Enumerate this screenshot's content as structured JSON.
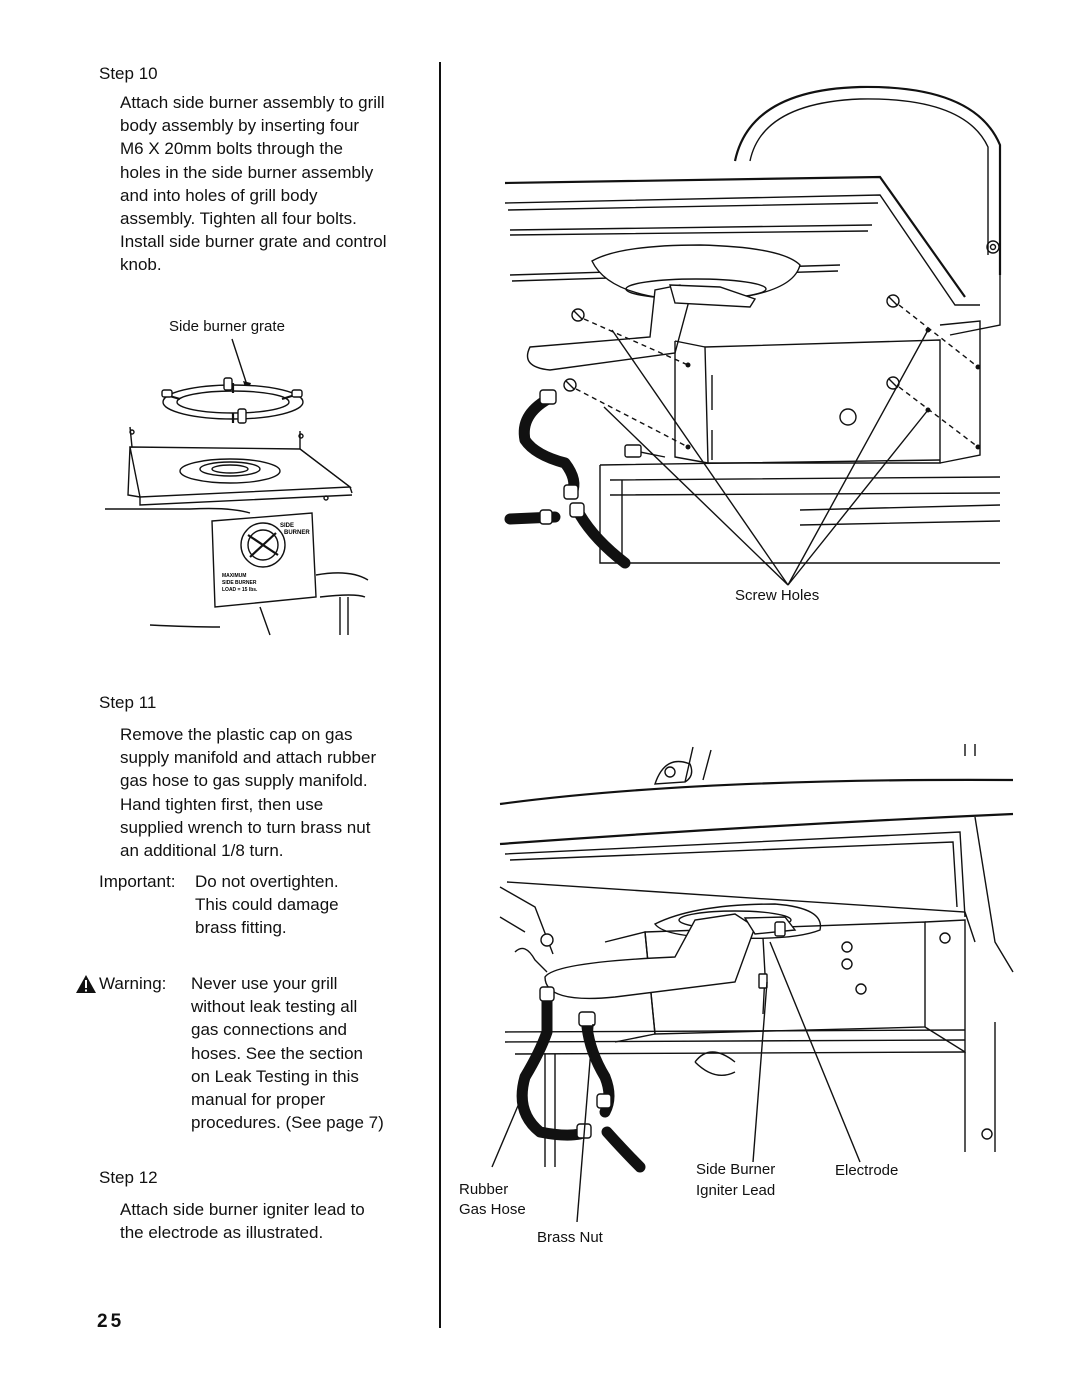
{
  "step10": {
    "title": "Step 10",
    "text": "Attach side burner assembly to grill\nbody assembly by inserting four\nM6 X 20mm bolts through the\nholes in the side burner assembly\nand into holes of grill body\nassembly. Tighten all four bolts.\nInstall side burner grate and control\nknob.",
    "grate_label": "Side burner grate",
    "knob_text": {
      "side_burner": "SIDE BURNER",
      "warning": "MAXIMUM\nSIDE BURNER\nLOAD = 15 lbs."
    }
  },
  "step11": {
    "title": "Step 11",
    "text": "Remove the plastic cap on gas\nsupply manifold and attach rubber\ngas hose to gas supply manifold.\nHand tighten first, then use\nsupplied wrench    to turn brass nut\nan additional 1/8 turn.",
    "important_label": "Important:",
    "important_text": "Do not overtighten.\n  This could damage\n  brass fitting.",
    "warning_label": "Warning:",
    "warning_text": "Never use your grill\nwithout leak testing all\ngas connections and\nhoses. See the section\non   Leak Testing    in this\nmanual for proper\nprocedures. (See page 7)"
  },
  "step12": {
    "title": "Step 12",
    "text": "Attach side burner igniter lead to\nthe electrode as illustrated."
  },
  "figure1": {
    "screw_holes_label": "Screw Holes"
  },
  "figure2": {
    "rubber_gas_hose_label": "Rubber\nGas Hose",
    "brass_nut_label": "Brass Nut",
    "side_burner_igniter_lead_label": "Side Burner\nIgniter Lead",
    "electrode_label": "Electrode"
  },
  "page_number": "25"
}
